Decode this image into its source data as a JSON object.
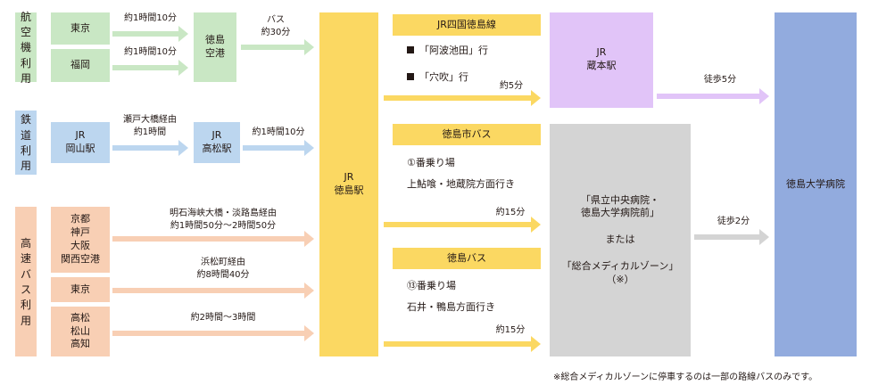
{
  "colors": {
    "air": "#c9e7c4",
    "rail": "#bcd6ef",
    "bus": "#f8cfb4",
    "jr_station": "#fbd862",
    "lines_header": "#fbd862",
    "kuramoto": "#e1c4f8",
    "clinical": "#d4d4d4",
    "hospital": "#92abde"
  },
  "categories": {
    "air": [
      "航",
      "空",
      "機",
      "利",
      "用"
    ],
    "rail": [
      "鉄",
      "道",
      "利",
      "用"
    ],
    "bus": [
      "高",
      "速",
      "バ",
      "ス",
      "利",
      "用"
    ]
  },
  "origins": {
    "tokyo_air": "東京",
    "fukuoka": "福岡",
    "okayama": "JR\n岡山駅",
    "bus_kansai": "京都\n神戸\n大阪\n関西空港",
    "bus_tokyo": "東京",
    "bus_shikoku": "高松\n松山\n高知"
  },
  "hubs": {
    "tokushima_airport": "徳島\n空港",
    "takamatsu": "JR\n高松駅",
    "tokushima_station": "JR\n徳島駅",
    "kuramoto": "JR\n蔵本駅",
    "clinical_zone": "「県立中央病院・\n徳島大学病院前」\n\nまたは\n\n「総合メディカルゾーン」\n（※）",
    "hospital": "徳島大学病院"
  },
  "edge_labels": {
    "tokyo_air": "約1時間10分",
    "fukuoka": "約1時間10分",
    "airport_bus": "バス\n約30分",
    "okayama": "瀬戸大橋経由\n約1時間",
    "takamatsu": "約1時間10分",
    "bus_kansai": "明石海峡大橋・淡路島経由\n約1時間50分～2時間50分",
    "bus_tokyo": "浜松町経由\n約8時間40分",
    "bus_shikoku": "約2時間～3時間",
    "jr_line": "約5分",
    "city_bus": "約15分",
    "tokushima_bus": "約15分",
    "walk_kuramoto": "徒歩5分",
    "walk_clinical": "徒歩2分"
  },
  "lines": {
    "jr_shikoku": {
      "title": "JR四国徳島線",
      "items": [
        "「阿波池田」行",
        "「穴吹」行"
      ]
    },
    "city_bus": {
      "title": "徳島市バス",
      "stop": "①番乗り場",
      "dest": "上鮎喰・地蔵院方面行き"
    },
    "tokushima_bus": {
      "title": "徳島バス",
      "stop": "⑬番乗り場",
      "dest": "石井・鴨島方面行き"
    }
  },
  "footnote": "※総合メディカルゾーンに停車するのは一部の路線バスのみです。"
}
